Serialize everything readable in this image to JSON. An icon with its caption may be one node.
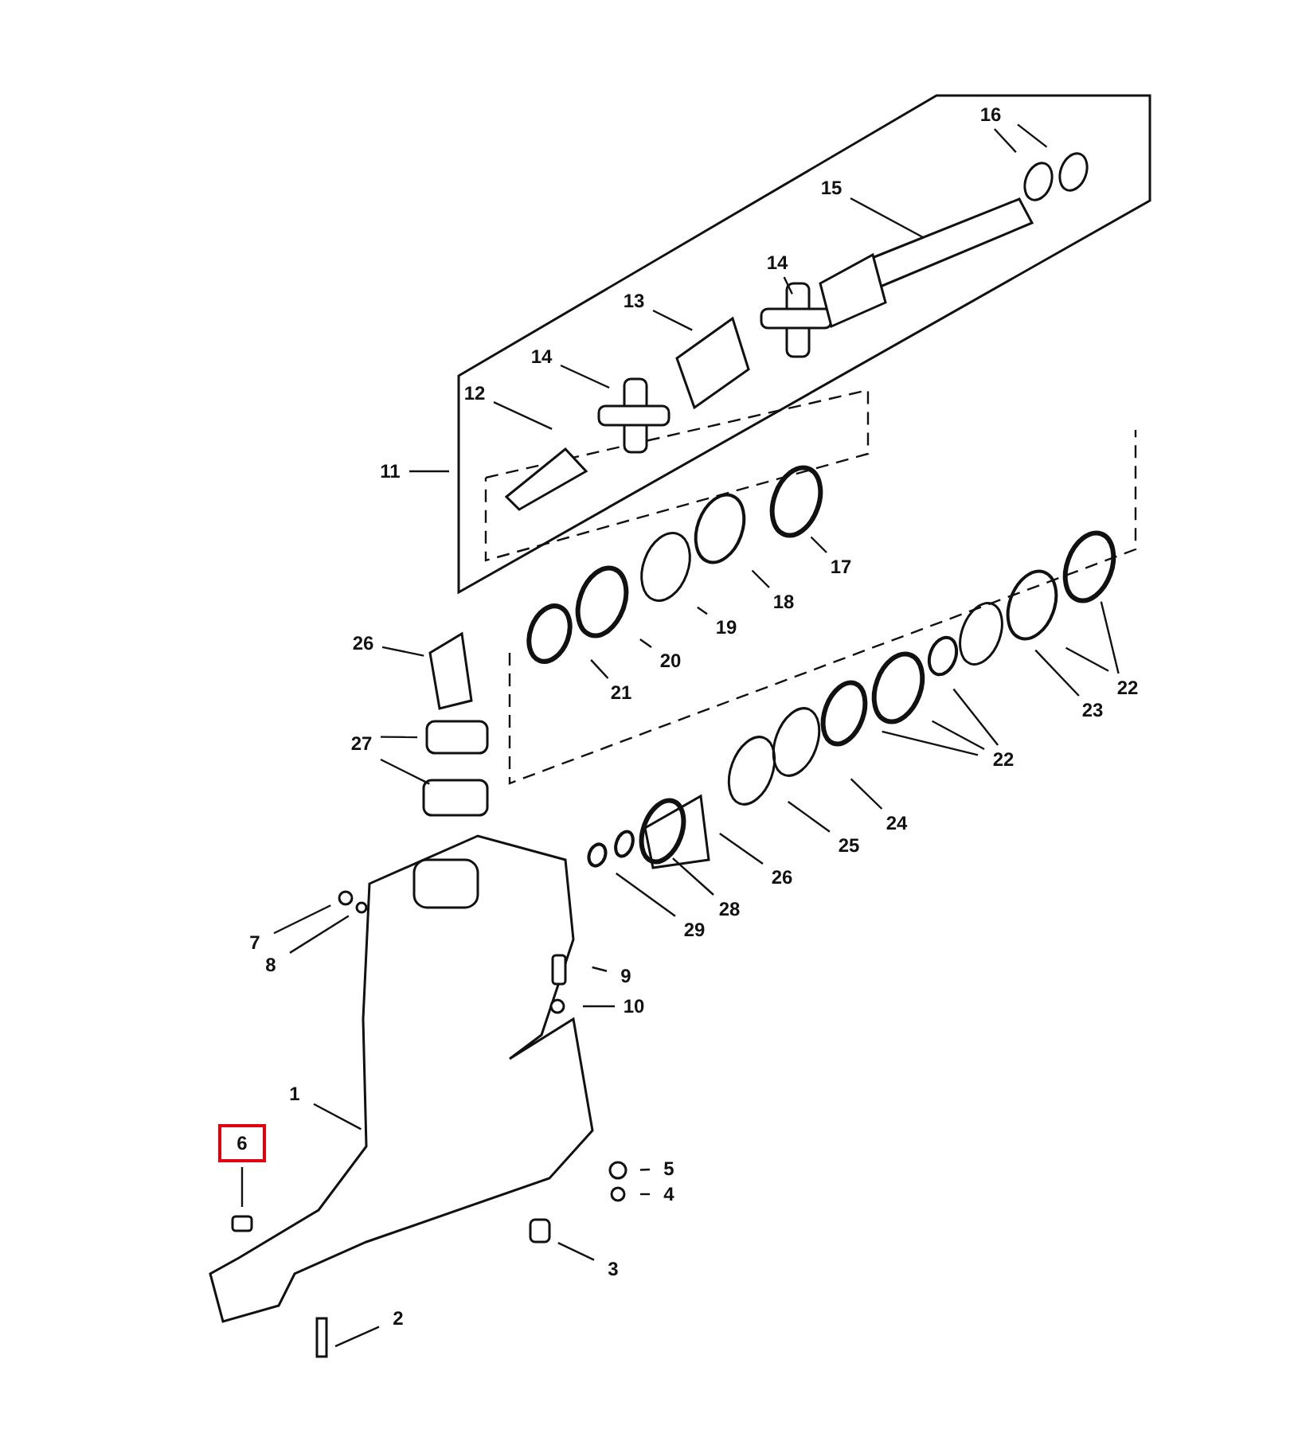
{
  "diagram": {
    "nodes": [
      {
        "text": [
          "16"
        ]
      },
      {
        "text": [
          "15"
        ]
      },
      {
        "text": [
          "14"
        ]
      },
      {
        "text": [
          "13"
        ]
      },
      {
        "text": [
          "14"
        ]
      },
      {
        "text": [
          "12"
        ]
      },
      {
        "text": [
          "11"
        ]
      },
      {
        "text": [
          "17"
        ]
      },
      {
        "text": [
          "18"
        ]
      },
      {
        "text": [
          "19"
        ]
      },
      {
        "text": [
          "20"
        ]
      },
      {
        "text": [
          "21"
        ]
      },
      {
        "text": [
          "26"
        ]
      },
      {
        "text": [
          "27"
        ]
      },
      {
        "text": [
          "22"
        ]
      },
      {
        "text": [
          "23"
        ]
      },
      {
        "text": [
          "22"
        ]
      },
      {
        "text": [
          "24"
        ]
      },
      {
        "text": [
          "25"
        ]
      },
      {
        "text": [
          "26"
        ]
      },
      {
        "text": [
          "28"
        ]
      },
      {
        "text": [
          "29"
        ]
      },
      {
        "text": [
          "7"
        ]
      },
      {
        "text": [
          "8"
        ]
      },
      {
        "text": [
          "9"
        ]
      },
      {
        "text": [
          "10"
        ]
      },
      {
        "text": [
          "1"
        ]
      },
      {
        "text": [
          "6"
        ]
      },
      {
        "text": [
          "5"
        ]
      },
      {
        "text": [
          "4"
        ]
      },
      {
        "text": [
          "3"
        ]
      },
      {
        "text": [
          "2"
        ]
      }
    ],
    "edges": [
      {
        "from": 0,
        "to": null,
        "arrow": "none"
      },
      {
        "from": 0,
        "to": null,
        "arrow": "none"
      },
      {
        "from": 1,
        "to": null,
        "arrow": "none"
      },
      {
        "from": 2,
        "to": null,
        "arrow": "none"
      },
      {
        "from": 3,
        "to": null,
        "arrow": "none"
      },
      {
        "from": 4,
        "to": null,
        "arrow": "none"
      },
      {
        "from": 5,
        "to": null,
        "arrow": "none"
      },
      {
        "from": 6,
        "to": null,
        "arrow": "none"
      },
      {
        "from": 7,
        "to": null,
        "arrow": "none"
      },
      {
        "from": 8,
        "to": null,
        "arrow": "none"
      },
      {
        "from": 9,
        "to": null,
        "arrow": "none"
      },
      {
        "from": 10,
        "to": null,
        "arrow": "none"
      },
      {
        "from": 11,
        "to": null,
        "arrow": "none"
      },
      {
        "from": 12,
        "to": null,
        "arrow": "none"
      },
      {
        "from": 13,
        "to": null,
        "arrow": "none"
      },
      {
        "from": 13,
        "to": null,
        "arrow": "none"
      },
      {
        "from": 14,
        "to": null,
        "arrow": "none"
      },
      {
        "from": 14,
        "to": null,
        "arrow": "none"
      },
      {
        "from": 15,
        "to": null,
        "arrow": "none"
      },
      {
        "from": 16,
        "to": null,
        "arrow": "none"
      },
      {
        "from": 16,
        "to": null,
        "arrow": "none"
      },
      {
        "from": 16,
        "to": null,
        "arrow": "none"
      },
      {
        "from": 17,
        "to": null,
        "arrow": "none"
      },
      {
        "from": 18,
        "to": null,
        "arrow": "none"
      },
      {
        "from": 19,
        "to": null,
        "arrow": "none"
      },
      {
        "from": 20,
        "to": null,
        "arrow": "none"
      },
      {
        "from": 21,
        "to": null,
        "arrow": "none"
      },
      {
        "from": 22,
        "to": null,
        "arrow": "none"
      },
      {
        "from": 23,
        "to": null,
        "arrow": "none"
      },
      {
        "from": 24,
        "to": null,
        "arrow": "none"
      },
      {
        "from": 25,
        "to": null,
        "arrow": "none"
      },
      {
        "from": 26,
        "to": null,
        "arrow": "none"
      },
      {
        "from": 27,
        "to": null,
        "arrow": "none"
      },
      {
        "from": 28,
        "to": null,
        "arrow": "none"
      },
      {
        "from": 29,
        "to": null,
        "arrow": "none"
      },
      {
        "from": 30,
        "to": null,
        "arrow": "none"
      },
      {
        "from": 31,
        "to": null,
        "arrow": "none"
      }
    ]
  }
}
